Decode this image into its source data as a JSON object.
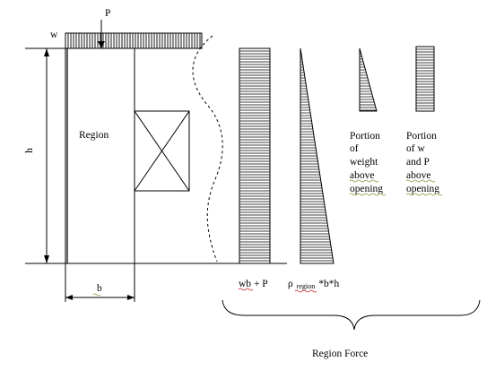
{
  "labels": {
    "point_load": "P",
    "distributed_load": "w",
    "height": "h",
    "region": "Region",
    "width": "b",
    "region_force": "Region Force"
  },
  "diagrams": {
    "first": {
      "wb": "wb",
      "plus_p": "+ P"
    },
    "second": {
      "rho": "ρ",
      "region_sub": "region",
      "rest": "*b*h"
    },
    "third": {
      "lines": [
        "Portion",
        "of",
        "weight",
        "above",
        "opening"
      ]
    },
    "fourth": {
      "lines": [
        "Portion",
        "of w",
        "and P",
        "above",
        "opening"
      ]
    }
  }
}
